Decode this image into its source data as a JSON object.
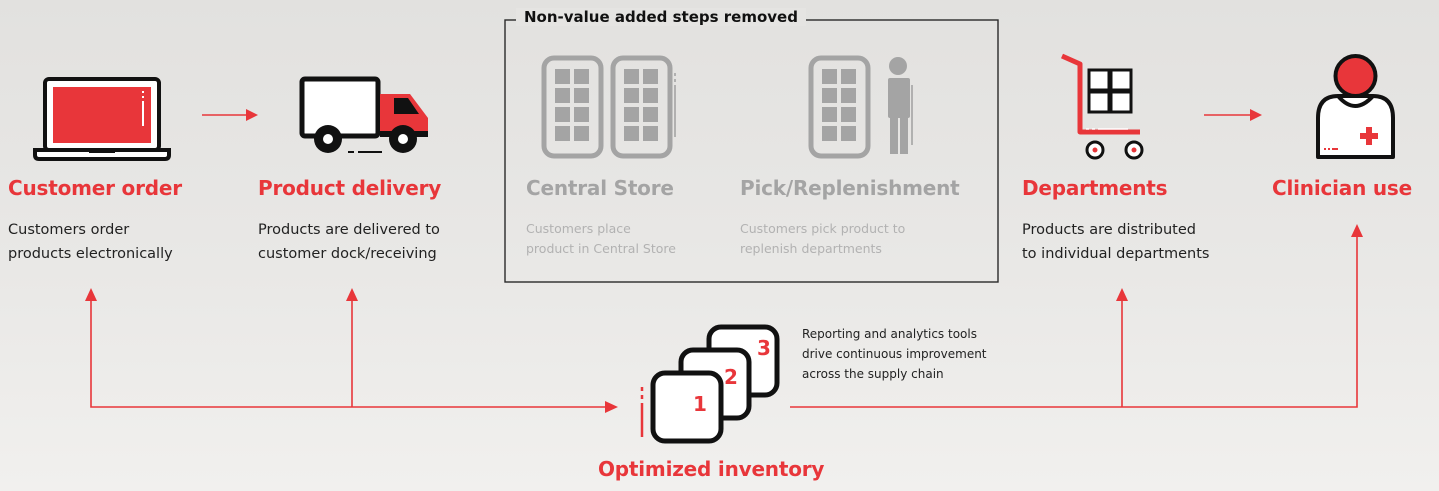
{
  "steps": [
    {
      "title": "Customer order",
      "desc": "Customers order\nproducts electronically"
    },
    {
      "title": "Product delivery",
      "desc": "Products are delivered to\ncustomer dock/receiving"
    },
    {
      "title": "Departments",
      "desc": "Products are distributed\nto individual departments"
    },
    {
      "title": "Clinician use",
      "desc": ""
    }
  ],
  "removed_box": {
    "label": "Non-value added steps removed",
    "steps": [
      {
        "title": "Central Store",
        "desc": "Customers place\nproduct in Central Store"
      },
      {
        "title": "Pick/Replenishment",
        "desc": "Customers pick product to\nreplenish departments"
      }
    ]
  },
  "inventory": {
    "title": "Optimized inventory",
    "note": "Reporting and analytics tools\ndrive continuous improvement\nacross the supply chain",
    "numbers": [
      "1",
      "2",
      "3"
    ]
  },
  "colors": {
    "accent": "#e8363a",
    "muted": "#a4a4a4",
    "ink": "#111111"
  },
  "icons": [
    "laptop-icon",
    "truck-icon",
    "storage-shelves-icon",
    "shelf-person-icon",
    "hand-cart-icon",
    "clinician-icon",
    "stacked-squares-icon"
  ]
}
